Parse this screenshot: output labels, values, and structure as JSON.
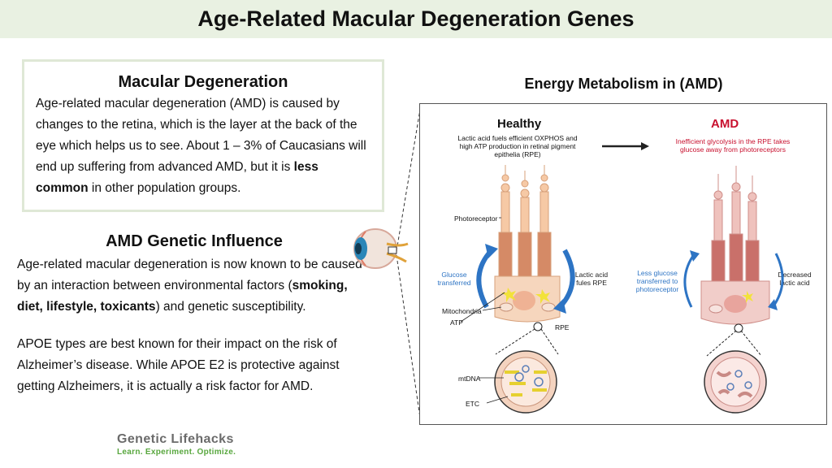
{
  "title": "Age-Related Macular Degeneration Genes",
  "macular": {
    "heading": "Macular Degeneration",
    "text_1": "Age-related macular degeneration (AMD) is caused by changes to the retina, which is the layer at the back of the eye which helps us to see. About 1 – 3% of Caucasians will end up suffering from advanced AMD, but it is ",
    "text_bold": "less common",
    "text_2": " in other population groups."
  },
  "genetic": {
    "heading": "AMD Genetic Influence",
    "p1_a": "Age-related macular degeneration is now known to be caused by an interaction between environmental factors (",
    "p1_bold": "smoking, diet, lifestyle, toxicants",
    "p1_b": ") and genetic susceptibility.",
    "p2": "APOE types are best known for their impact on the risk of Alzheimer’s disease. While APOE E2 is protective against getting Alzheimers, it is actually a risk factor for AMD."
  },
  "logo": {
    "line1": "Genetic Lifehacks",
    "line2": "Learn. Experiment. Optimize."
  },
  "energy": {
    "title": "Energy Metabolism in (AMD)",
    "healthy": {
      "heading": "Healthy",
      "caption": "Lactic acid fuels efficient OXPHOS and high ATP production in retinal pigment epithelia (RPE)",
      "left_arrow": "Glucose transferred",
      "right_arrow": "Lactic acid fules RPE"
    },
    "amd": {
      "heading": "AMD",
      "caption": "Inefficient glycolysis in the RPE takes glucose away from photoreceptors",
      "left_arrow": "Less glucose transferred to photoreceptor",
      "right_arrow": "Decreased lactic acid"
    },
    "labels": {
      "photoreceptor": "Photoreceptor",
      "mitochondria": "Mitochondria",
      "atp": "ATP",
      "rpe": "RPE",
      "mtdna": "mtDNA",
      "etc": "ETC"
    }
  },
  "colors": {
    "title_bg": "#e9f1e2",
    "amd_red": "#c8102e",
    "arrow_blue": "#2d74c4",
    "logo_green": "#58a73e"
  }
}
